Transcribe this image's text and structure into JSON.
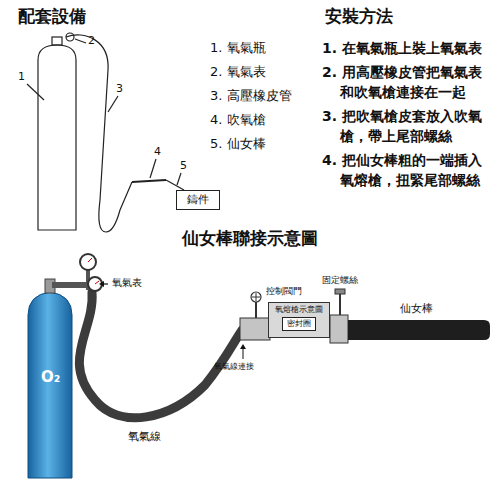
{
  "diagram": {
    "nodes": [
      {
        "text": [
          "鑄件"
        ]
      },
      {
        "text": [
          "氧熔槍示意圖"
        ]
      },
      {
        "text": [
          "密封圈"
        ],
        "in": 1
      }
    ],
    "labels": [
      "配套設備",
      "安裝方法",
      "2",
      "1",
      "3",
      "4",
      "5",
      "1. 氧氣瓶",
      "2. 氧氣表",
      "3. 高壓橡皮管",
      "4. 吹氧槍",
      "5. 仙女棒",
      "1. 在氧氣瓶上裝上氧氣表",
      "2. 用高壓橡皮管把氧氣表 和吹氧槍連接在一起",
      "3. 把吹氧槍皮套放入吹氧 槍，帶上尾部螺絲",
      "4. 把仙女棒粗的一端插入 氧熔槍，扭緊尾部螺絲",
      "仙女棒聯接示意圖",
      "氧氣表",
      "固定螺絲",
      "控制閥門",
      "仙女棒",
      "O₂",
      "氧氣線連接",
      "氧氣線"
    ]
  }
}
